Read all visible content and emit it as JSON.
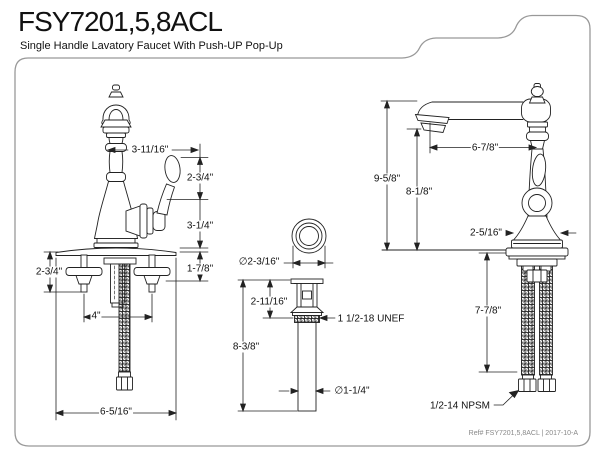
{
  "colors": {
    "ink": "#222222",
    "border": "#999999",
    "ref_text": "#888888"
  },
  "header": {
    "title": "FSY7201,5,8ACL",
    "subtitle": "Single Handle Lavatory Faucet With Push-UP Pop-Up"
  },
  "front_view": {
    "dims": {
      "spout_offset": "3-11/16\"",
      "handle_height": "2-3/4\"",
      "handle_to_deck": "3-1/4\"",
      "deck_to_stud": "2-3/4\"",
      "deck_to_nut": "1-7/8\"",
      "stud_spacing": "4\"",
      "deckplate_width": "6-5/16\""
    }
  },
  "drain_view": {
    "dims": {
      "flange_diameter": "∅2-3/16\"",
      "popup_height": "2-11/16\"",
      "thread_spec": "1 1/2-18 UNEF",
      "overall_height": "8-3/8\"",
      "tube_diameter": "∅1-1/4\""
    }
  },
  "side_view": {
    "dims": {
      "overall_height": "9-5/8\"",
      "outlet_height": "8-1/8\"",
      "spout_reach": "6-7/8\"",
      "base_depth": "2-5/16\"",
      "hose_length": "7-7/8\"",
      "supply_thread": "1/2-14 NPSM"
    }
  },
  "footer": {
    "reference": "Ref# FSY7201,5,8ACL | 2017-10-A"
  }
}
